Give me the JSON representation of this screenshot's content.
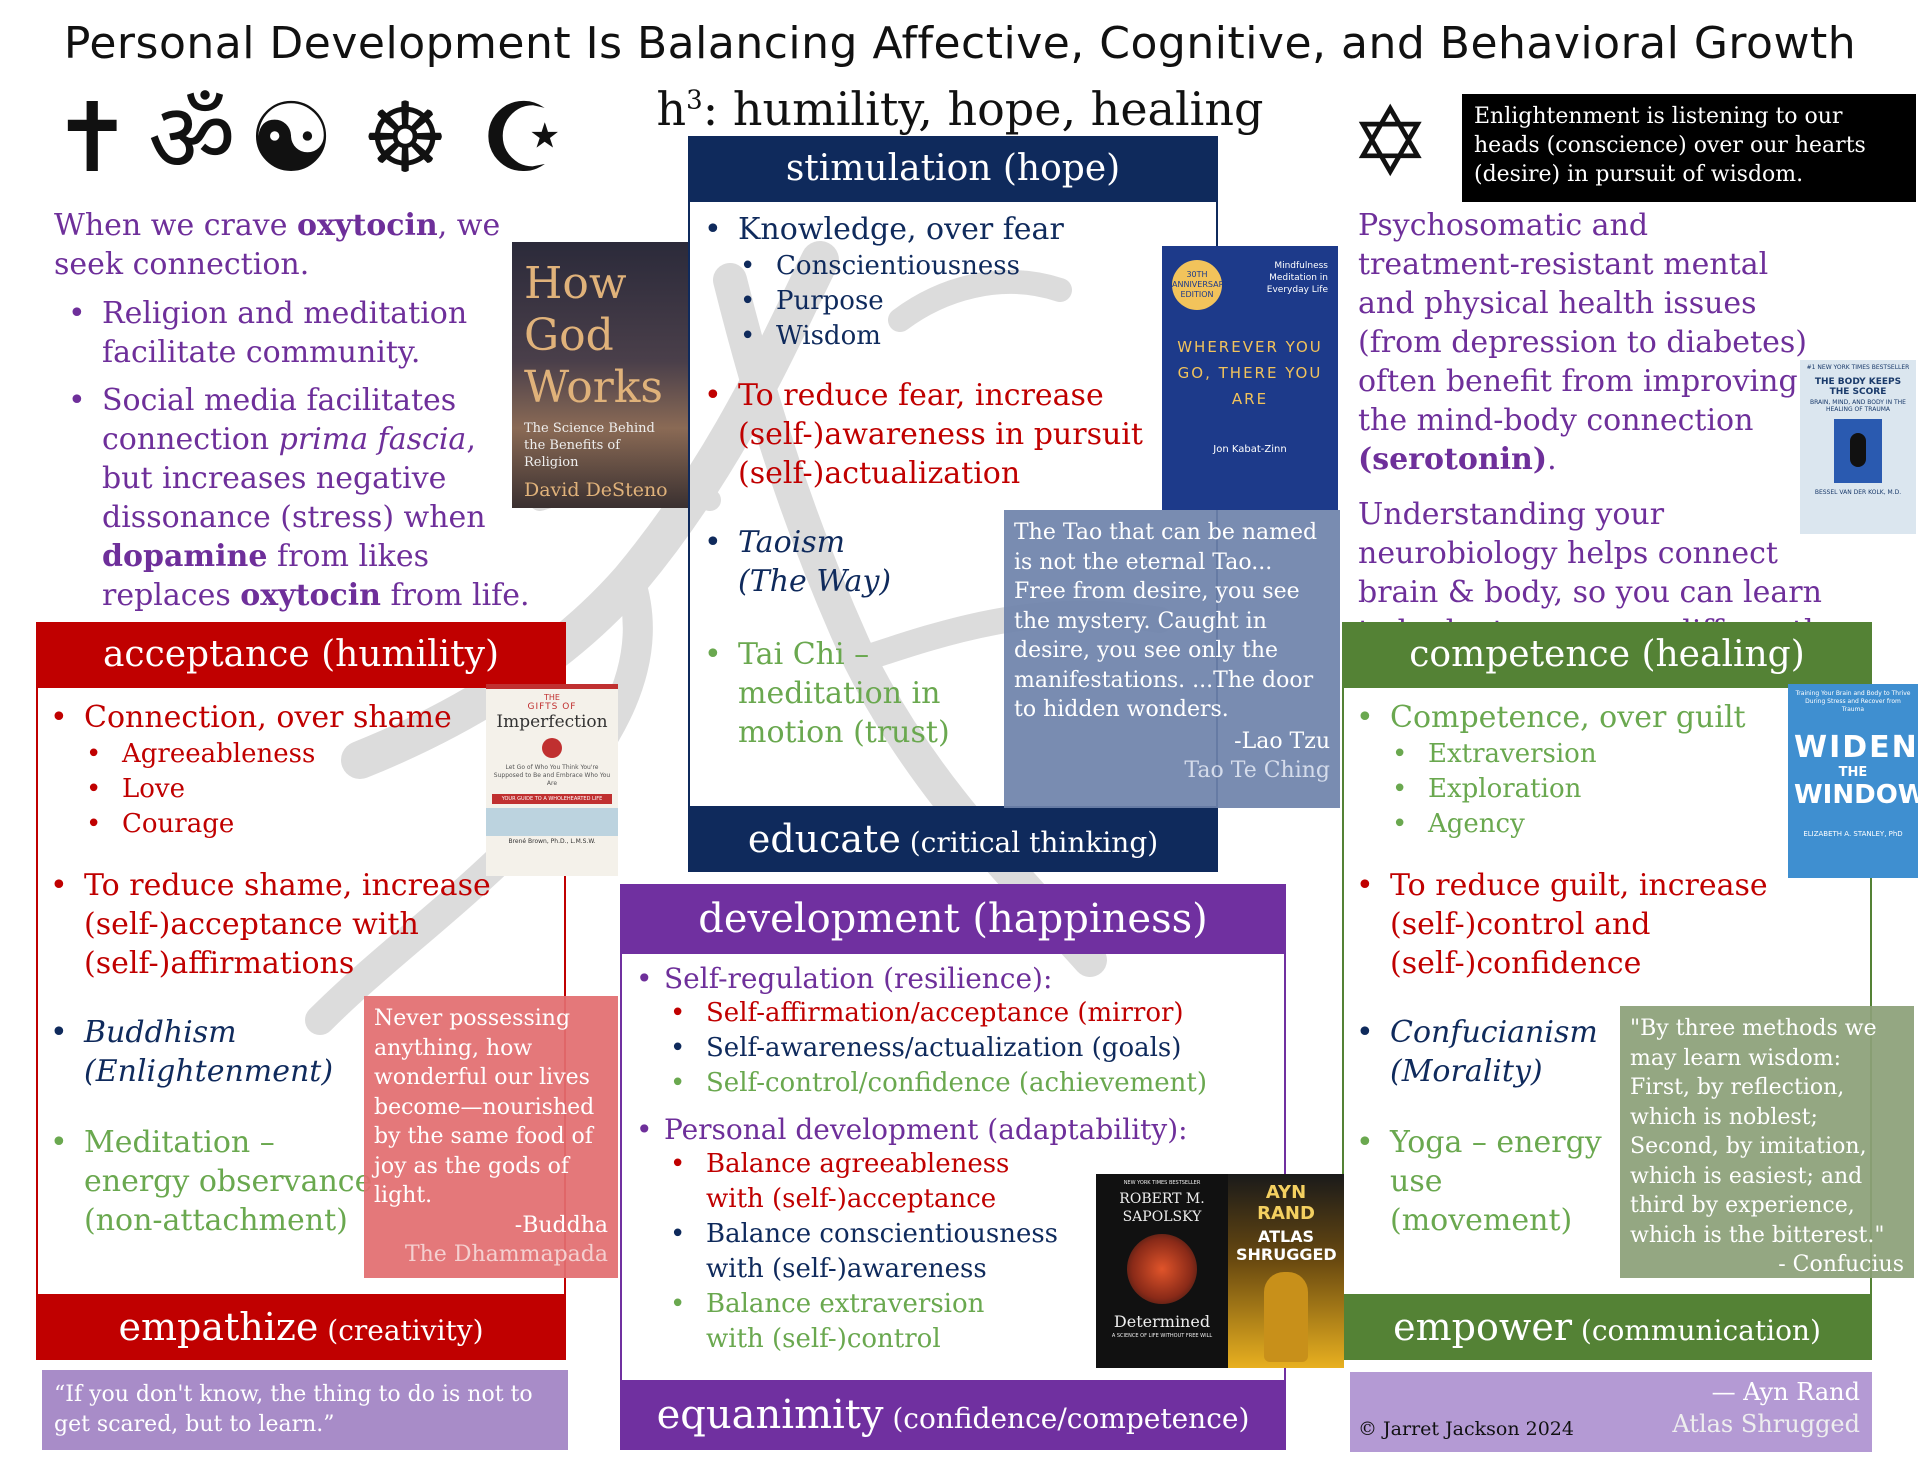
{
  "title": "Personal Development Is Balancing Affective, Cognitive, and Behavioral Growth",
  "subtitle": {
    "main": "h",
    "sup": "3",
    "rest": ": humility, hope, healing"
  },
  "symbols": {
    "cross": "✝",
    "om": "ॐ",
    "yinyang": "☯",
    "dharma": "☸",
    "crescent": "☪",
    "star_of_david": "✡"
  },
  "colors": {
    "purple": "#6e2f9a",
    "red": "#c00000",
    "navy": "#0f2a5c",
    "green": "#6aa84f",
    "dev_purple": "#7030a0"
  },
  "top_left": {
    "p1a": "When we crave ",
    "p1b": "oxytocin",
    "p1c": ", we seek connection.",
    "b1": "Religion and meditation facilitate community.",
    "b2a": "Social media facilitates connection ",
    "b2b": "prima fascia",
    "b2c": ", but increases negative dissonance (stress) when ",
    "b2d": "dopamine",
    "b2e": " from likes replaces ",
    "b2f": "oxytocin",
    "b2g": " from life."
  },
  "book_how_god": {
    "t1": "How",
    "t2": "God",
    "t3": "Works",
    "sub": "The Science Behind the Benefits of Religion",
    "author": "David DeSteno"
  },
  "stimulation": {
    "header": "stimulation (hope)",
    "b1": "Knowledge, over fear",
    "subs": [
      "Conscientiousness",
      "Purpose",
      "Wisdom"
    ],
    "b2": "To reduce fear, increase (self-)awareness in pursuit (self-)actualization",
    "b3a": "Taoism",
    "b3b": "(The Way)",
    "b4": "Tai Chi – meditation in motion (trust)",
    "footer_a": "educate",
    "footer_b": " (critical thinking)"
  },
  "book_wherever": {
    "badge": "30TH ANNIVERSARY EDITION",
    "sub": "Mindfulness Meditation in Everyday Life",
    "t": "WHEREVER YOU GO, THERE YOU ARE",
    "author": "Jon Kabat-Zinn"
  },
  "quote_tao": {
    "text": "The Tao that can be named is not the eternal Tao... Free from desire, you see the mystery. Caught in desire, you see only the manifestations. ...The door to hidden wonders.",
    "author": "-Lao Tzu",
    "source": "Tao Te Ching"
  },
  "enlightenment_box": "Enlightenment is listening to our heads (conscience) over our hearts (desire) in pursuit of wisdom.",
  "top_right": {
    "p1a": "Psychosomatic and treatment-resistant mental and physical health issues (from depression to diabetes) often benefit from improving the mind-body connection ",
    "p1b": "(serotonin)",
    "p1c": ".",
    "p2": "Understanding your neurobiology helps connect brain & body, so you can learn to budget resources differently."
  },
  "book_body": {
    "top": "#1 NEW YORK TIMES BESTSELLER",
    "t": "THE BODY KEEPS THE SCORE",
    "sub": "BRAIN, MIND, AND BODY IN THE HEALING OF TRAUMA",
    "author": "BESSEL VAN DER KOLK, M.D."
  },
  "acceptance": {
    "header": "acceptance (humility)",
    "b1": "Connection, over shame",
    "subs": [
      "Agreeableness",
      "Love",
      "Courage"
    ],
    "b2": "To reduce shame, increase (self-)acceptance with (self-)affirmations",
    "b3a": "Buddhism",
    "b3b": "(Enlightenment)",
    "b4": "Meditation – energy observance (non-attachment)",
    "footer_a": "empathize",
    "footer_b": " (creativity)"
  },
  "book_gifts": {
    "top": "THE",
    "t1": "GIFTS OF",
    "t2": "Imperfection",
    "sub": "Let Go of Who You Think You're Supposed to Be and Embrace Who You Are",
    "bar": "YOUR GUIDE TO A WHOLEHEARTED LIFE",
    "author": "Brené Brown, Ph.D., L.M.S.W."
  },
  "quote_buddha": {
    "text": "Never possessing anything, how wonderful our lives become—nourished by the same food of joy as the gods of light.",
    "author": "-Buddha",
    "source": "The Dhammapada"
  },
  "competence": {
    "header": "competence (healing)",
    "b1": "Competence, over guilt",
    "subs": [
      "Extraversion",
      "Exploration",
      "Agency"
    ],
    "b2": "To reduce guilt, increase (self-)control and (self-)confidence",
    "b3a": "Confucianism",
    "b3b": "(Morality)",
    "b4": "Yoga – energy use (movement)",
    "footer_a": "empower",
    "footer_b": " (communication)"
  },
  "book_widen": {
    "top": "Training Your Brain and Body to Thrive During Stress and Recover from Trauma",
    "t1": "WIDEN",
    "t2": "THE",
    "t3": "WINDOW",
    "author": "ELIZABETH A. STANLEY, PhD"
  },
  "quote_confucius": {
    "text": "\"By three methods we may learn wisdom: First, by reflection, which is noblest; Second, by imitation, which is easiest; and third by experience, which is the bitterest.\"",
    "author": "- Confucius"
  },
  "development": {
    "header": "development (happiness)",
    "b1": "Self-regulation (resilience):",
    "s1": "Self-affirmation/acceptance (mirror)",
    "s2": "Self-awareness/actualization (goals)",
    "s3": "Self-control/confidence (achievement)",
    "b2": "Personal development (adaptability):",
    "s4": "Balance agreeableness with (self-)acceptance",
    "s5": "Balance conscientiousness with (self-)awareness",
    "s6": "Balance extraversion with (self-)control",
    "footer_a": "equanimity",
    "footer_b": " (confidence/competence)"
  },
  "book_determined": {
    "top": "NEW YORK TIMES BESTSELLER",
    "author": "ROBERT M. SAPOLSKY",
    "t": "Determined",
    "sub": "A SCIENCE OF LIFE WITHOUT FREE WILL"
  },
  "book_atlas": {
    "author": "AYN RAND",
    "t": "ATLAS SHRUGGED"
  },
  "quote_bottom_left": "“If you don't know, the thing to do is not to get scared, but to learn.”",
  "bottom_right": {
    "author": "— Ayn Rand",
    "source": "Atlas Shrugged",
    "copyright": "© Jarret Jackson 2024"
  }
}
